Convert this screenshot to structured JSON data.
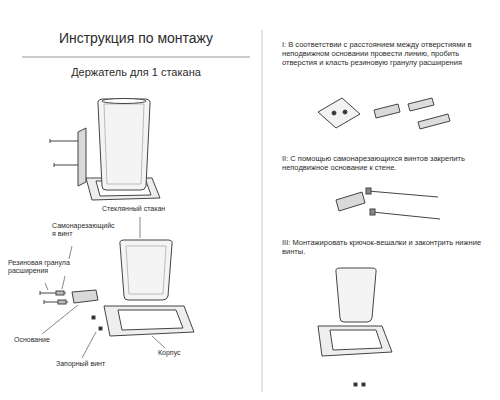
{
  "diagram": {
    "title": "Инструкция по монтажу",
    "labels": [
      "Держатель для 1 стакана",
      "Стеклянный стакан",
      "Самонарезающийс я винт",
      "Резиновая гранула расширения",
      "Основание",
      "Запорный винт",
      "Корпус",
      "I: В соответствии с расстоянием между отверстиями в неподвижном основании провести линию, пробить отверстия и класть резиновую гранулу расширения",
      "II: С помощью самонарезающихся винтов закрепить неподвижное основание к стене.",
      "III: Монтажировать крючок-вешалки и законтрить нижние винты."
    ]
  }
}
